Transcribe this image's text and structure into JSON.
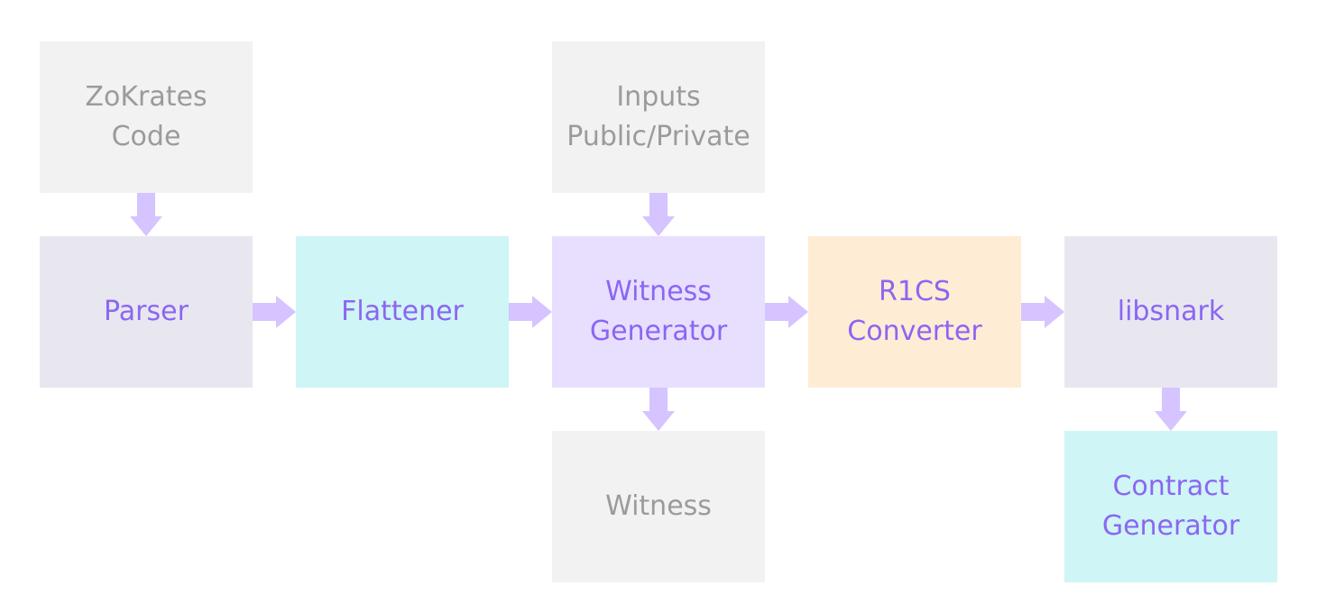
{
  "colors": {
    "arrow": "#d5c4ff",
    "gray_box": "#f2f2f2",
    "gray_text": "#9b9b9b",
    "accent_text": "#8b66f2",
    "slate_box": "#e8e7f0",
    "cyan_box": "#cff5f6",
    "lilac_box": "#e8dfff",
    "peach_box": "#ffecd5"
  },
  "nodes": {
    "zokrates_code": "ZoKrates\nCode",
    "inputs": "Inputs\nPublic/Private",
    "parser": "Parser",
    "flattener": "Flattener",
    "witness_generator": "Witness\nGenerator",
    "r1cs_converter": "R1CS\nConverter",
    "libsnark": "libsnark",
    "witness": "Witness",
    "contract_generator": "Contract\nGenerator"
  },
  "edges": [
    {
      "from": "zokrates_code",
      "to": "parser"
    },
    {
      "from": "inputs",
      "to": "witness_generator"
    },
    {
      "from": "parser",
      "to": "flattener"
    },
    {
      "from": "flattener",
      "to": "witness_generator"
    },
    {
      "from": "witness_generator",
      "to": "r1cs_converter"
    },
    {
      "from": "r1cs_converter",
      "to": "libsnark"
    },
    {
      "from": "witness_generator",
      "to": "witness"
    },
    {
      "from": "libsnark",
      "to": "contract_generator"
    }
  ]
}
